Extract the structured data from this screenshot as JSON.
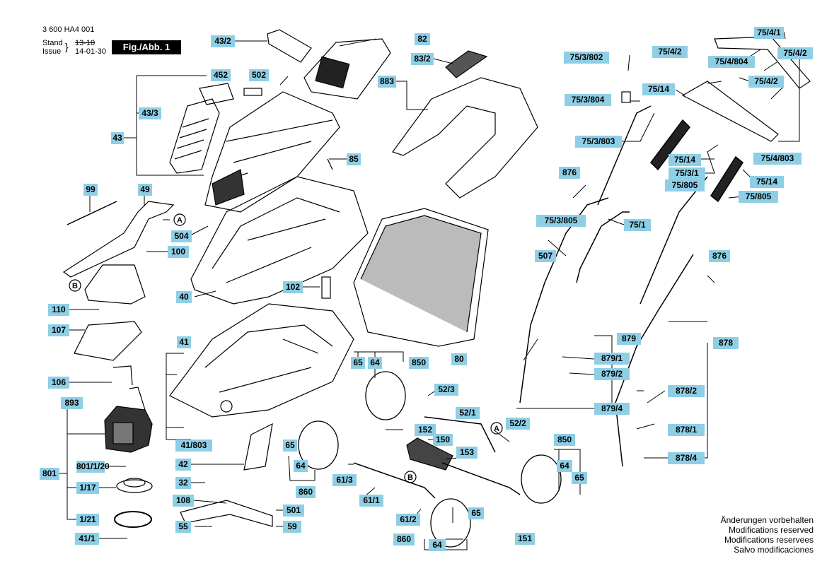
{
  "header": {
    "doc_number": "3 600 HA4 001",
    "stand_label": "Stand",
    "issue_label": "Issue",
    "stand_value": "13-10",
    "issue_value": "14-01-30",
    "figure_label": "Fig./Abb. 1"
  },
  "part_labels": {
    "p43_2": "43/2",
    "p452": "452",
    "p502": "502",
    "p43_3": "43/3",
    "p43": "43",
    "p82": "82",
    "p83_2": "83/2",
    "p883": "883",
    "p85": "85",
    "p99": "99",
    "p49": "49",
    "p504": "504",
    "p100": "100",
    "p40": "40",
    "p102": "102",
    "p110": "110",
    "p107": "107",
    "p106": "106",
    "p893": "893",
    "p801": "801",
    "p801_1_20": "801/1/20",
    "p1_17": "1/17",
    "p1_21": "1/21",
    "p41_1": "41/1",
    "p41": "41",
    "p41_803": "41/803",
    "p42": "42",
    "p32": "32",
    "p108": "108",
    "p55": "55",
    "p501": "501",
    "p59": "59",
    "p65_a": "65",
    "p64_a": "64",
    "p860_a": "860",
    "p65_b": "65",
    "p64_b": "64",
    "p850_a": "850",
    "p80": "80",
    "p52_3": "52/3",
    "p52_1": "52/1",
    "p52_2": "52/2",
    "p152": "152",
    "p150": "150",
    "p153": "153",
    "p61_3": "61/3",
    "p61_1": "61/1",
    "p61_2": "61/2",
    "p151": "151",
    "p65_c": "65",
    "p860_b": "860",
    "p64_c": "64",
    "p850_b": "850",
    "p64_d": "64",
    "p65_d": "65",
    "p75_3_802": "75/3/802",
    "p75_3_804": "75/3/804",
    "p75_3_803": "75/3/803",
    "p75_4_1": "75/4/1",
    "p75_4_2_a": "75/4/2",
    "p75_4_2_b": "75/4/2",
    "p75_4_804": "75/4/804",
    "p75_14_a": "75/14",
    "p75_4_2_c": "75/4/2",
    "p75_14_b": "75/14",
    "p75_3_1": "75/3/1",
    "p75_805_a": "75/805",
    "p75_4_803": "75/4/803",
    "p75_14_c": "75/14",
    "p75_805_b": "75/805",
    "p876_a": "876",
    "p75_3_805": "75/3/805",
    "p75_1": "75/1",
    "p507": "507",
    "p876_b": "876",
    "p879": "879",
    "p879_1": "879/1",
    "p879_2": "879/2",
    "p879_4": "879/4",
    "p878": "878",
    "p878_2": "878/2",
    "p878_1": "878/1",
    "p878_4": "878/4"
  },
  "markers": {
    "a1": "A",
    "b1": "B",
    "b2": "B",
    "a2": "A"
  },
  "footer": {
    "line1": "Änderungen vorbehalten",
    "line2": "Modifications reserved",
    "line3": "Modifications reservees",
    "line4": "Salvo modificaciones"
  },
  "colors": {
    "label_bg": "#8ecfe6",
    "line": "#000000",
    "fig_bg": "#000000"
  }
}
